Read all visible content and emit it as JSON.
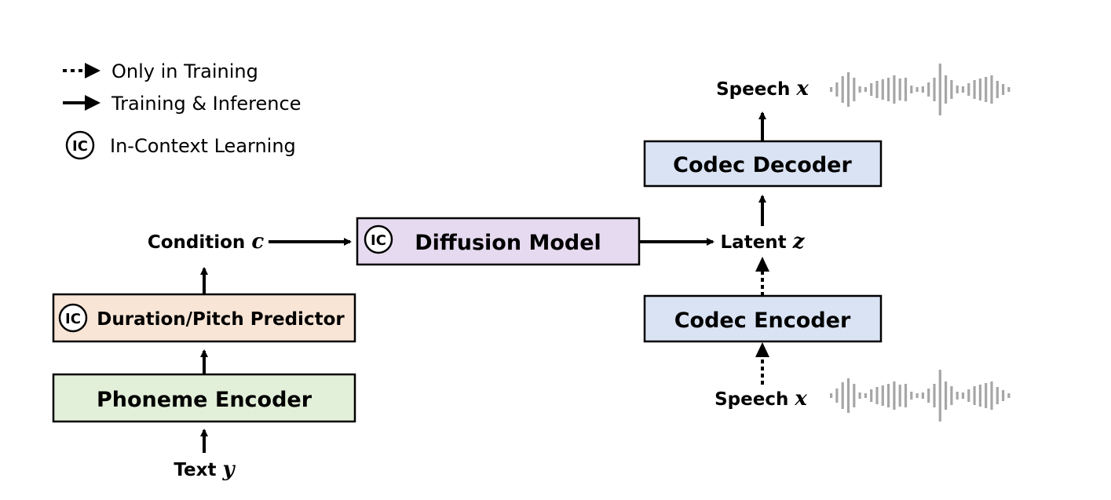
{
  "legend": {
    "dotted_label": "Only in Training",
    "solid_label": "Training & Inference",
    "ic_label": "In-Context Learning",
    "ic_badge": "IC"
  },
  "boxes": {
    "phoneme_encoder": "Phoneme Encoder",
    "duration_pitch_predictor": "Duration/Pitch Predictor",
    "diffusion_model": "Diffusion Model",
    "codec_encoder": "Codec Encoder",
    "codec_decoder": "Codec Decoder"
  },
  "labels": {
    "text": "Text",
    "text_var": "y",
    "condition": "Condition",
    "condition_var": "c",
    "latent": "Latent",
    "latent_var": "z",
    "speech_in": "Speech",
    "speech_in_var": "x",
    "speech_out": "Speech",
    "speech_out_var": "x"
  },
  "colors": {
    "phoneme_encoder_fill": "#e2efd9",
    "predictor_fill": "#f8e5d6",
    "diffusion_fill": "#e6daf0",
    "codec_fill": "#dae3f3",
    "waveform": "#a6a6a6"
  }
}
